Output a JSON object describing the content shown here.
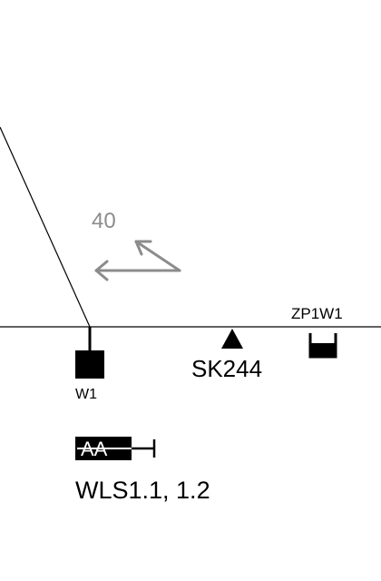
{
  "map": {
    "direction_label": "40",
    "features": {
      "w1": {
        "symbol": "filled-square-on-stem",
        "label": "W1"
      },
      "sk244": {
        "symbol": "filled-triangle",
        "label": "SK244"
      },
      "zp1w1": {
        "symbol": "open-container",
        "label": "ZP1W1"
      },
      "wls": {
        "symbol": "aa-box-with-bar",
        "badge_text": "AA",
        "label": "WLS1.1, 1.2"
      }
    },
    "colors": {
      "line": "#000000",
      "arrow": "#8c8c8c",
      "background": "#ffffff"
    }
  }
}
